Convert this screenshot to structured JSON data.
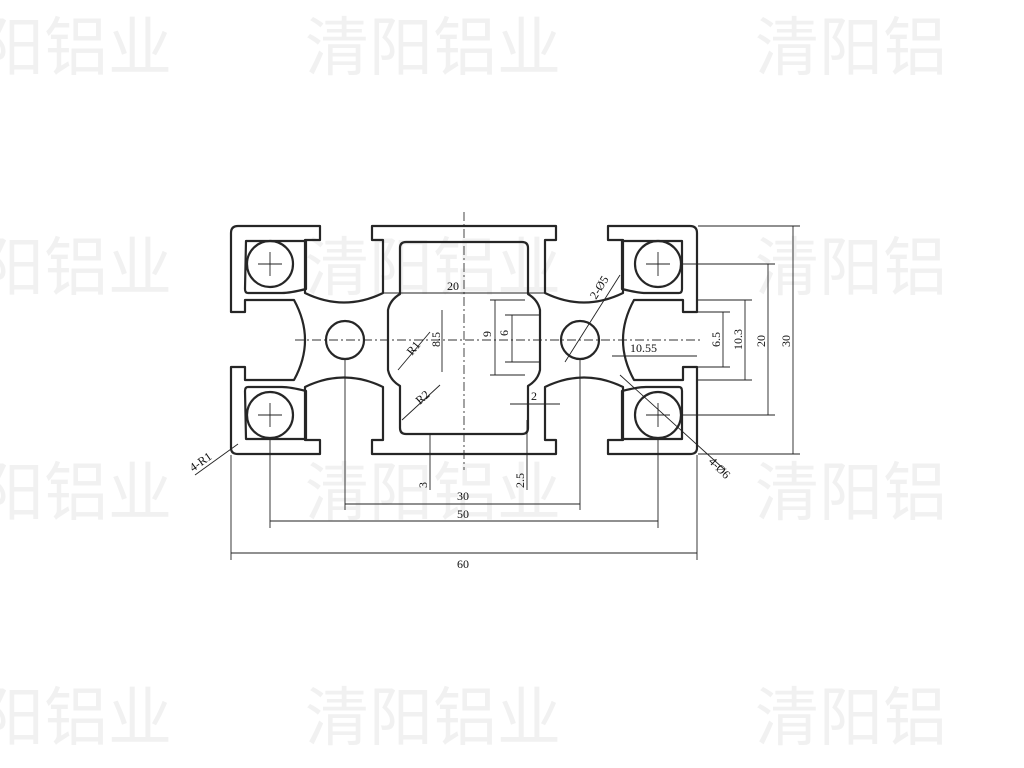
{
  "watermark": {
    "text": "清阳铝业",
    "rows": [
      [
        "阳铝业",
        "清阳铝业",
        "清阳铝"
      ],
      [
        "阳铝业",
        "清阳铝业",
        "清阳铝"
      ],
      [
        "阳铝业",
        "清阳铝业",
        "清阳铝"
      ],
      [
        "阳铝业",
        "清阳铝业",
        "清阳铝"
      ]
    ]
  },
  "dimensions": {
    "width_overall": "60",
    "width_50": "50",
    "width_30": "30",
    "slot_20": "20",
    "height_overall": "30",
    "height_20": "20",
    "slot_10_3": "10.3",
    "slot_6_5": "6.5",
    "depth_10_55": "10.55",
    "inner_9": "9",
    "inner_6": "6",
    "inner_8_5": "8.5",
    "wall_2": "2",
    "wall_3": "3",
    "wall_2_5": "2.5",
    "radius_r1": "R1",
    "radius_r2": "R2",
    "corner_radius": "4-R1",
    "small_holes": "2-Ø5",
    "corner_holes": "4-Ø6"
  }
}
